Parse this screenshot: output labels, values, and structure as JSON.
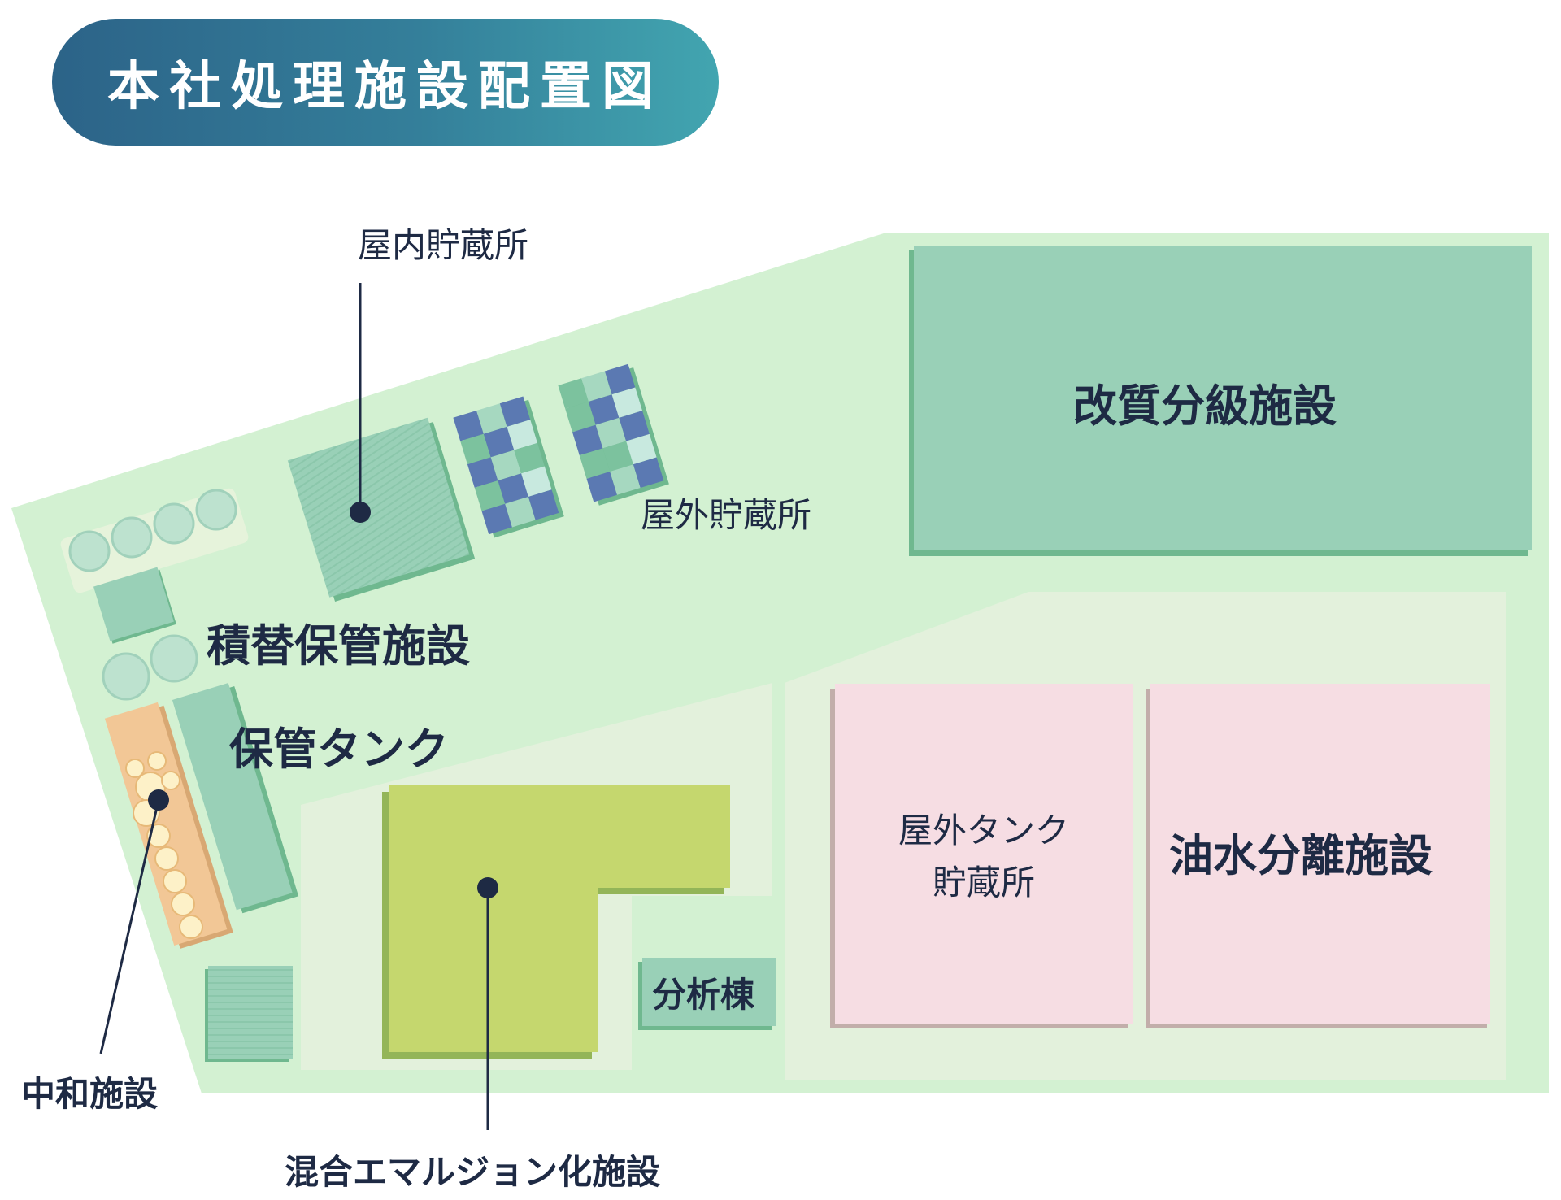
{
  "title": "本社処理施設配置図",
  "facilities": {
    "indoor_storage": "屋内貯蔵所",
    "outdoor_storage": "屋外貯蔵所",
    "reforming_classification": "改質分級施設",
    "transshipment_storage": "積替保管施設",
    "storage_tank": "保管タンク",
    "outdoor_tank_storage_line1": "屋外タンク",
    "outdoor_tank_storage_line2": "貯蔵所",
    "oil_water_separation": "油水分離施設",
    "analysis_building": "分析棟",
    "neutralization": "中和施設",
    "mixed_emulsion": "混合エマルジョン化施設"
  },
  "colors": {
    "site": "#d3f1d2",
    "zone": "#e3f1dc",
    "teal_building": "#99d0b7",
    "teal_shadow": "#6fb88f",
    "pink_building": "#f6dde3",
    "pink_shadow": "#c2aeaa",
    "olive_building": "#c5d76e",
    "olive_shadow": "#93b558",
    "checker_dark": "#5b79b2",
    "checker_mid": "#a6d8c0",
    "checker_light": "#c8e9df",
    "checker_green": "#7cc29e",
    "tank_orange": "#f2c796",
    "tank_circle": "#fdf1c8",
    "marker": "#1e2a44",
    "title_start": "#2c6388",
    "title_end": "#42a5b0"
  }
}
